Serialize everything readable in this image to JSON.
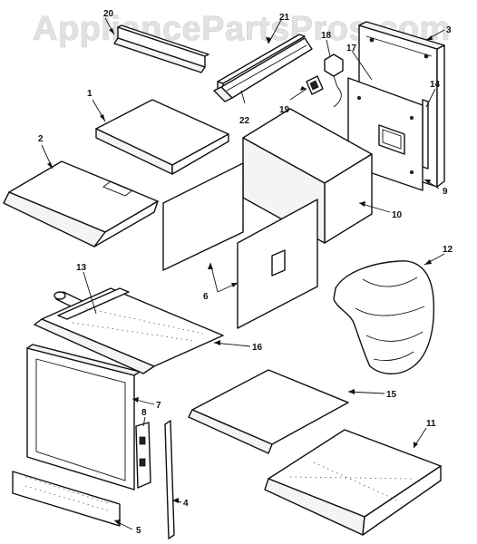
{
  "watermark": {
    "text": "AppliancePartsPros.com"
  },
  "callouts": {
    "c1": "1",
    "c2": "2",
    "c3": "3",
    "c4": "4",
    "c5": "5",
    "c6": "6",
    "c7": "7",
    "c8": "8",
    "c9": "9",
    "c10": "10",
    "c11": "11",
    "c12": "12",
    "c13": "13",
    "c14": "14",
    "c15": "15",
    "c16": "16",
    "c17": "17",
    "c18": "18",
    "c19": "19",
    "c20": "20",
    "c21": "21",
    "c22": "22"
  },
  "colors": {
    "line": "#111111",
    "watermark": "#e2e2e2",
    "background": "#ffffff"
  }
}
